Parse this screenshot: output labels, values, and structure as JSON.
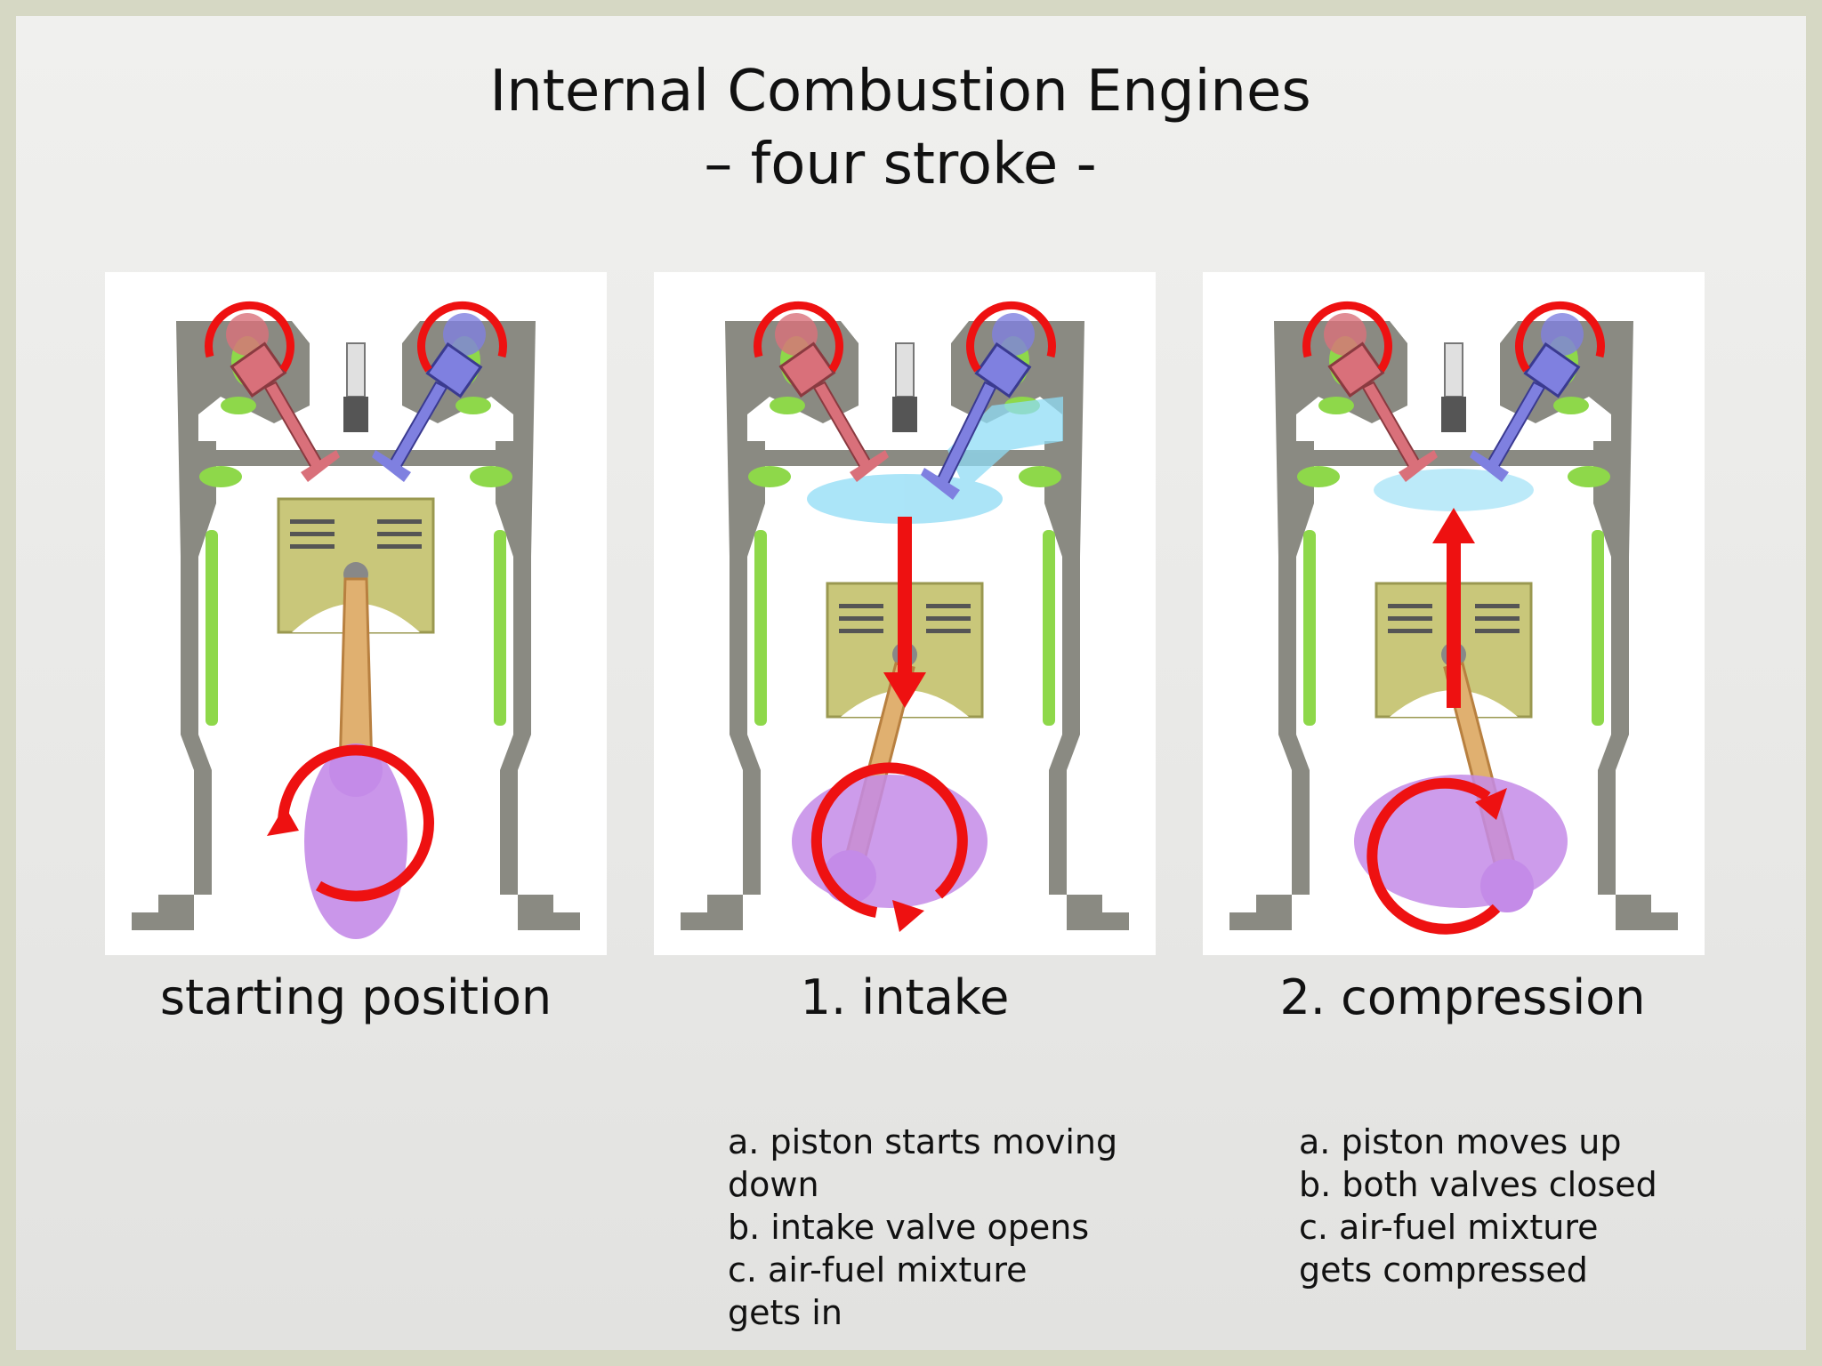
{
  "title": {
    "line1": "Internal Combustion Engines",
    "line2": "– four stroke -"
  },
  "panels": [
    {
      "caption": "starting position",
      "notes": []
    },
    {
      "caption": "1. intake",
      "notes": [
        "a. piston starts moving",
        "down",
        "b. intake valve opens",
        "c. air-fuel mixture",
        "gets in"
      ]
    },
    {
      "caption": "2. compression",
      "notes": [
        "a. piston moves up",
        "b. both valves closed",
        "c. air-fuel mixture",
        "gets compressed"
      ]
    }
  ],
  "colors": {
    "block": "#8a8a82",
    "coolant": "#8ed84a",
    "piston": "#c9c77a",
    "rod": "#e0b070",
    "crank": "#c48be8",
    "exhaust_valve": "#d9707a",
    "intake_valve": "#7f80e0",
    "arrow": "#ee1111",
    "mixture": "#8fdcf5"
  }
}
